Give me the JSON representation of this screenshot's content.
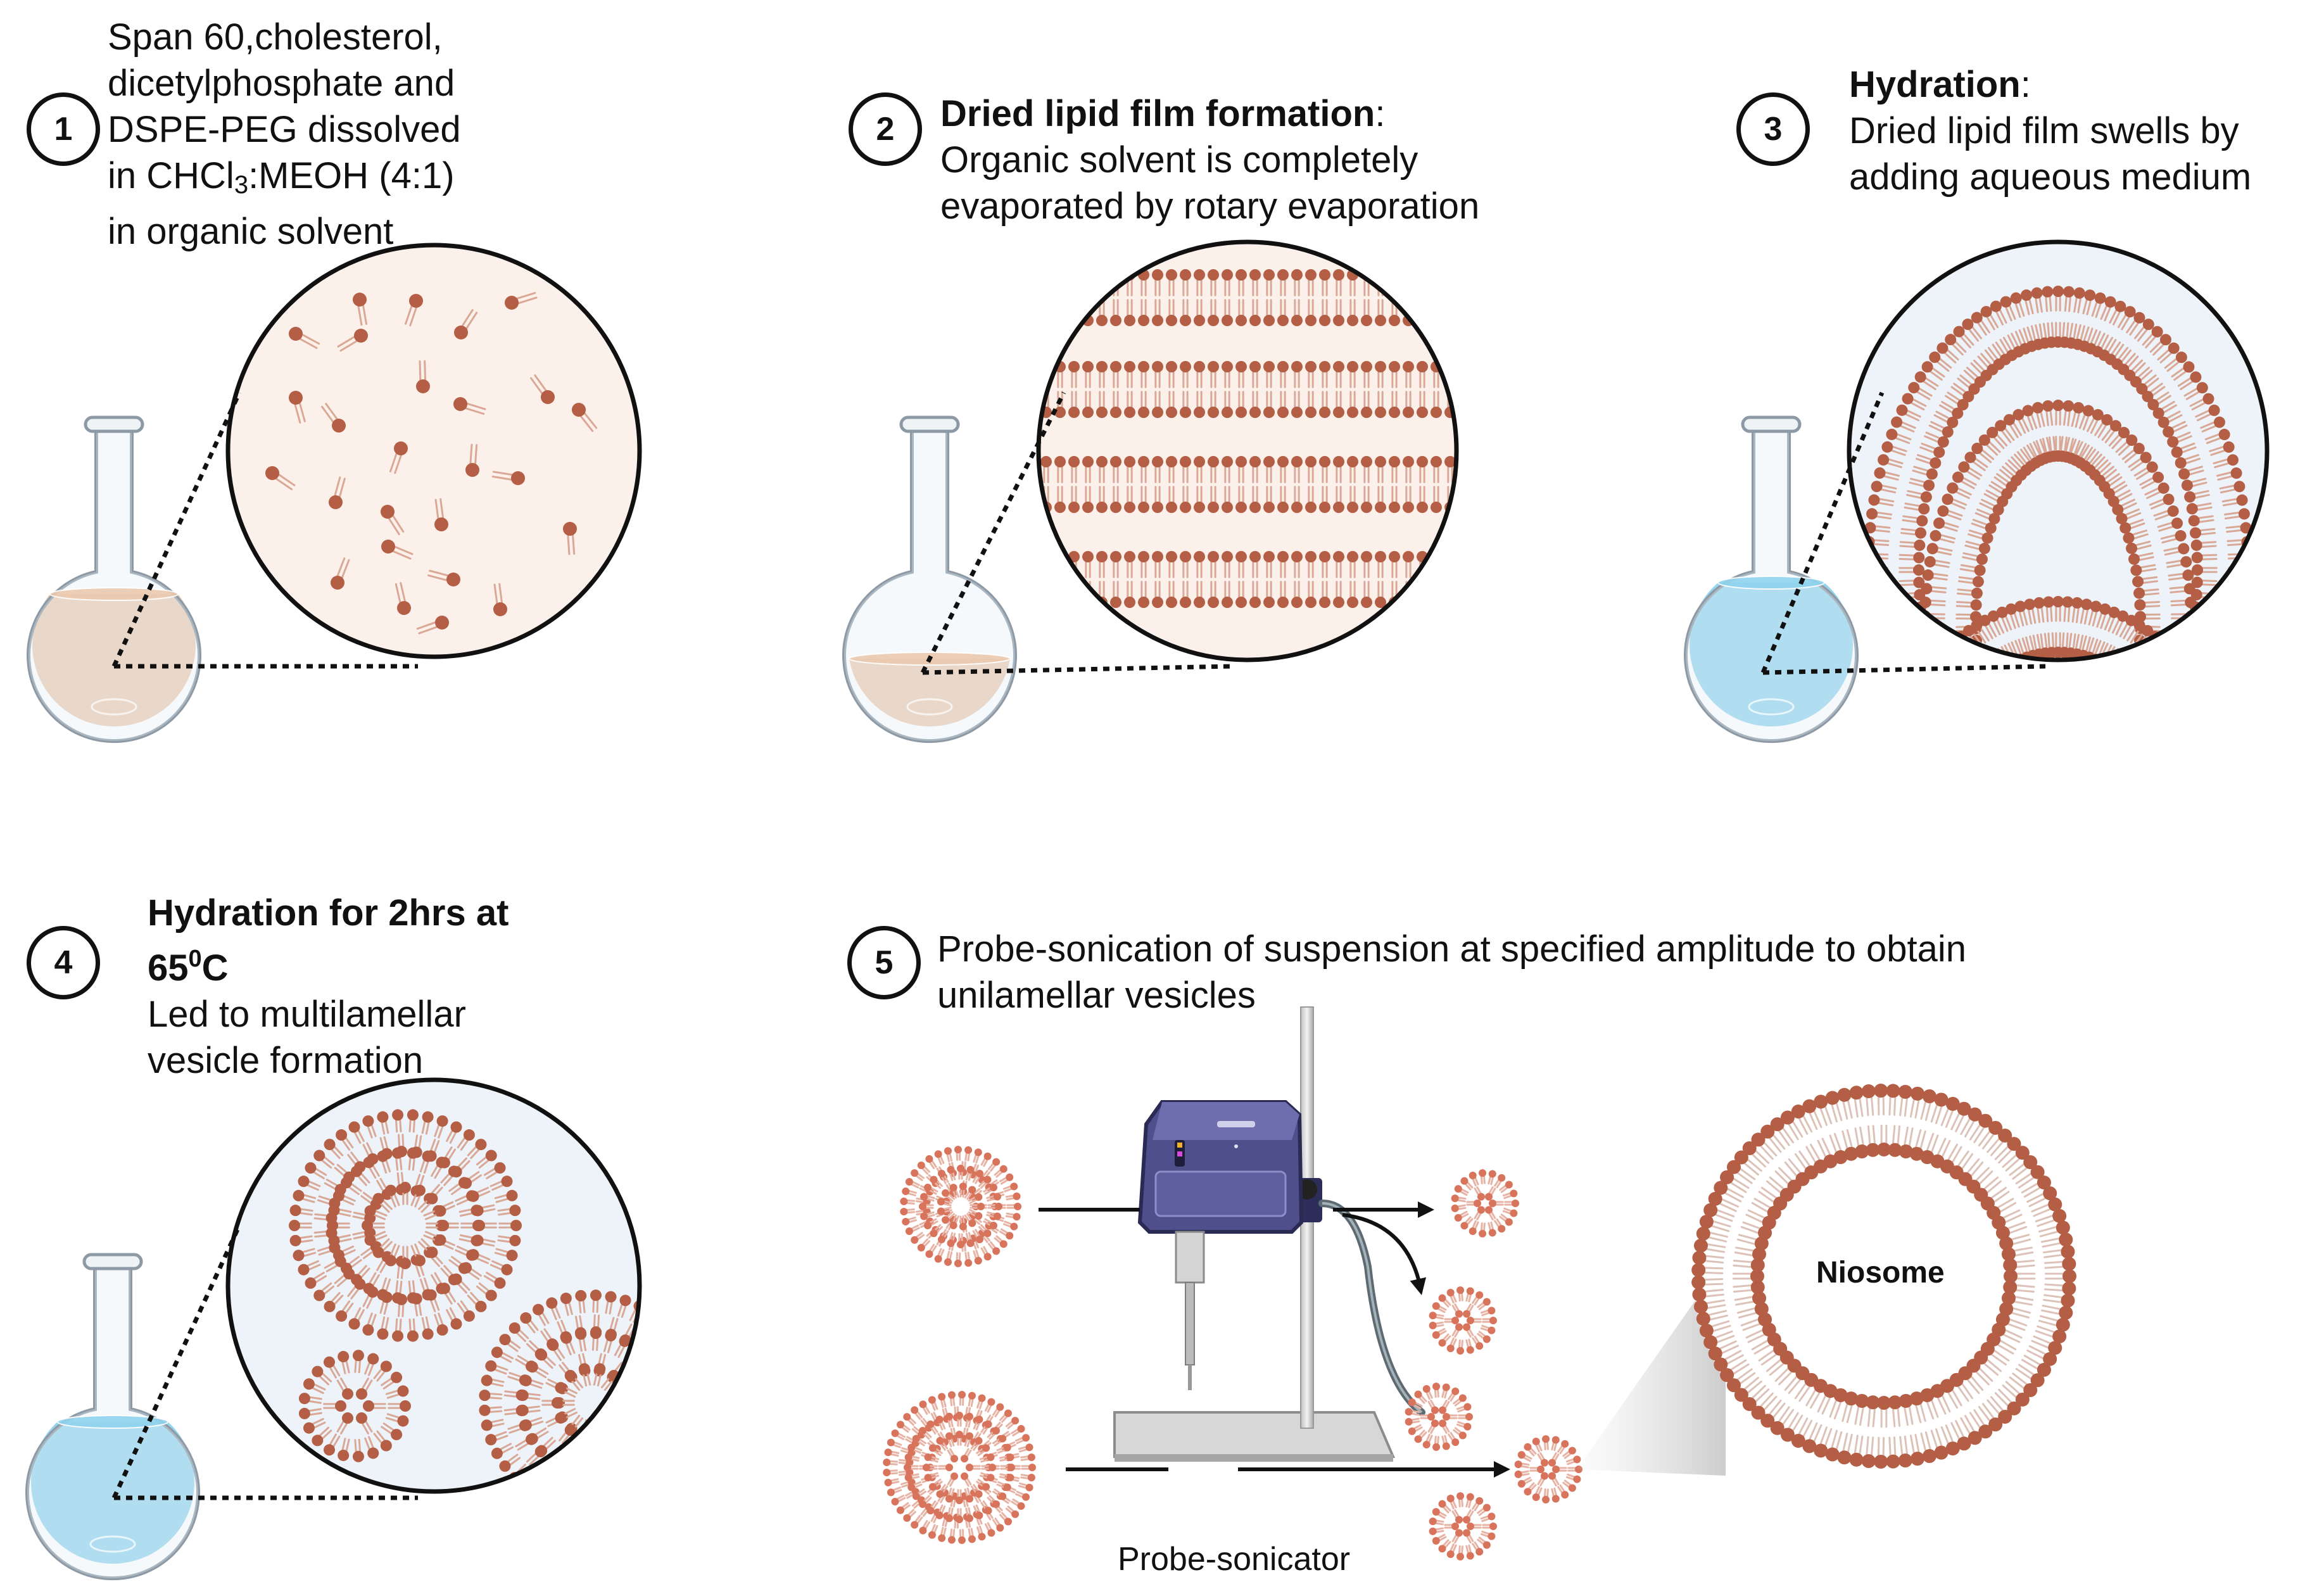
{
  "colors": {
    "lipid_head": "#b35e45",
    "lipid_tail": "#d9a896",
    "solvent_organic": "#ebc9ae",
    "aqueous": "#8fd3ee",
    "zoom_bg_1": "#fbf1ea",
    "zoom_bg_blue": "#edf3f8",
    "sonicator_body": "#4f4f8c",
    "vesicle_head": "#d8735c"
  },
  "steps": [
    {
      "number": "1",
      "lines": [
        "Span 60,cholesterol,",
        "dicetylphosphate and",
        "DSPE-PEG dissolved"
      ],
      "solvent_line": {
        "before": "in CHCl",
        "sub": "3",
        "after": ":MEOH (4:1)"
      },
      "last_line": "in organic solvent"
    },
    {
      "number": "2",
      "title": "Dried lipid film formation",
      "title_suffix": ":",
      "lines": [
        "Organic solvent is completely",
        "evaporated by rotary evaporation"
      ]
    },
    {
      "number": "3",
      "title": "Hydration",
      "title_suffix": ":",
      "lines": [
        "Dried lipid film swells by",
        "adding aqueous medium"
      ]
    },
    {
      "number": "4",
      "title_line1": "Hydration for 2hrs at",
      "title_line2_value": "65",
      "title_line2_sup": "0",
      "title_line2_unit": "C",
      "lines": [
        "Led to multilamellar",
        "vesicle formation"
      ]
    },
    {
      "number": "5",
      "lines": [
        "Probe-sonication of suspension at specified amplitude  to obtain",
        "unilamellar vesicles"
      ]
    }
  ],
  "labels": {
    "instrument": "Probe-sonicator",
    "niosome": "Niosome"
  },
  "icons": [
    "flask-icon",
    "probe-sonicator-icon",
    "arrow-icon",
    "lipid-molecule-icon",
    "vesicle-icon"
  ]
}
